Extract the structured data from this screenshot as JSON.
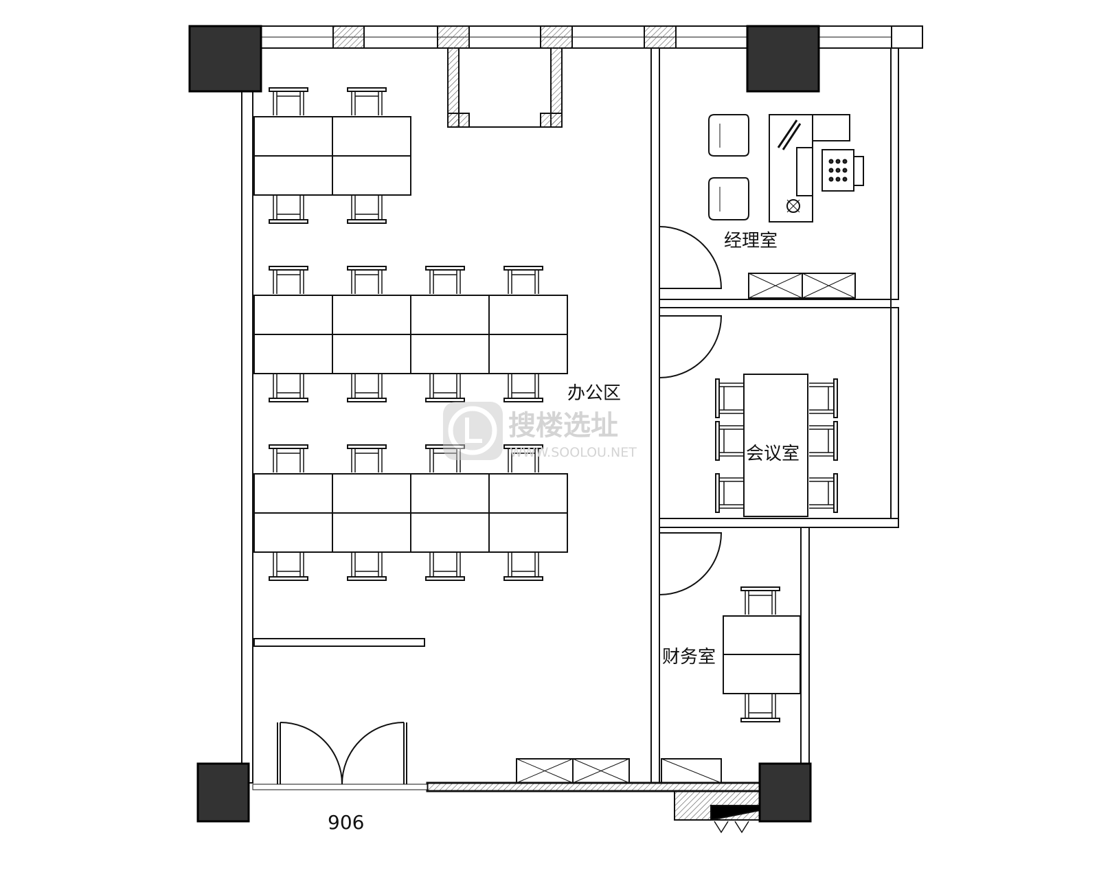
{
  "plan": {
    "unit_number": "906",
    "rooms": [
      {
        "id": "office",
        "label": "办公区"
      },
      {
        "id": "manager",
        "label": "经理室"
      },
      {
        "id": "meeting",
        "label": "会议室"
      },
      {
        "id": "finance",
        "label": "财务室"
      }
    ]
  },
  "watermark": {
    "brand": "搜楼选址",
    "url": "WWW.SOOLOU.NET"
  },
  "colors": {
    "line": "#111111",
    "column": "#333333",
    "hatch": "#555555"
  }
}
